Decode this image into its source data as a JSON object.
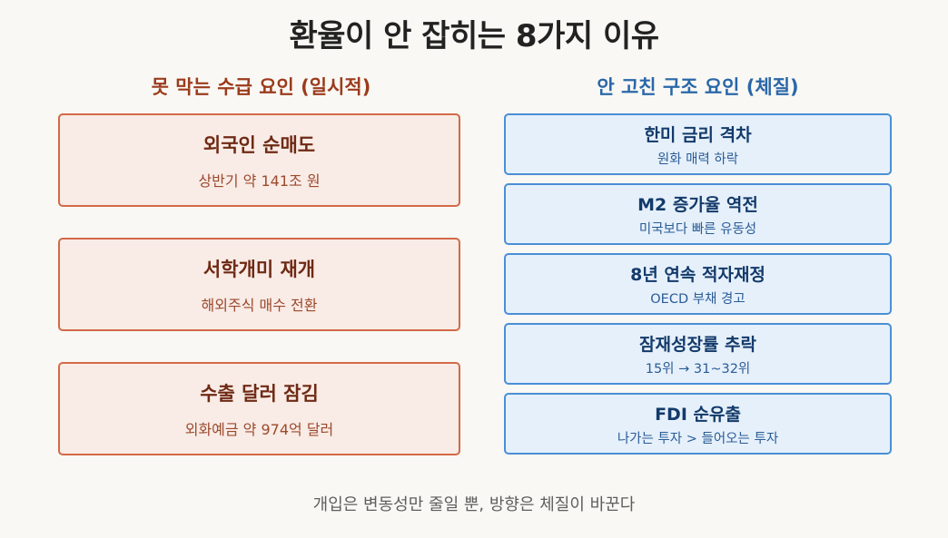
{
  "title": "환율이 안 잡히는 8가지 이유",
  "left": {
    "heading": "못 막는 수급 요인 (일시적)",
    "boxes": [
      {
        "title": "외국인 순매도",
        "sub": "상반기 약 141조 원"
      },
      {
        "title": "서학개미 재개",
        "sub": "해외주식 매수 전환"
      },
      {
        "title": "수출 달러 잠김",
        "sub": "외화예금 약 974억 달러"
      }
    ]
  },
  "right": {
    "heading": "안 고친 구조 요인 (체질)",
    "boxes": [
      {
        "title": "한미 금리 격차",
        "sub": "원화 매력 하락"
      },
      {
        "title": "M2 증가율 역전",
        "sub": "미국보다 빠른 유동성"
      },
      {
        "title": "8년 연속 적자재정",
        "sub": "OECD 부채 경고"
      },
      {
        "title": "잠재성장률 추락",
        "sub": "15위 → 31~32위"
      },
      {
        "title": "FDI 순유출",
        "sub": "나가는 투자 > 들어오는 투자"
      }
    ]
  },
  "footer": "개입은 변동성만 줄일 뿐, 방향은 체질이 바꾼다",
  "colors": {
    "left_border": "#d26a48",
    "left_fill": "#f9ebe6",
    "right_border": "#4a8fd6",
    "right_fill": "#e6f0fb"
  }
}
